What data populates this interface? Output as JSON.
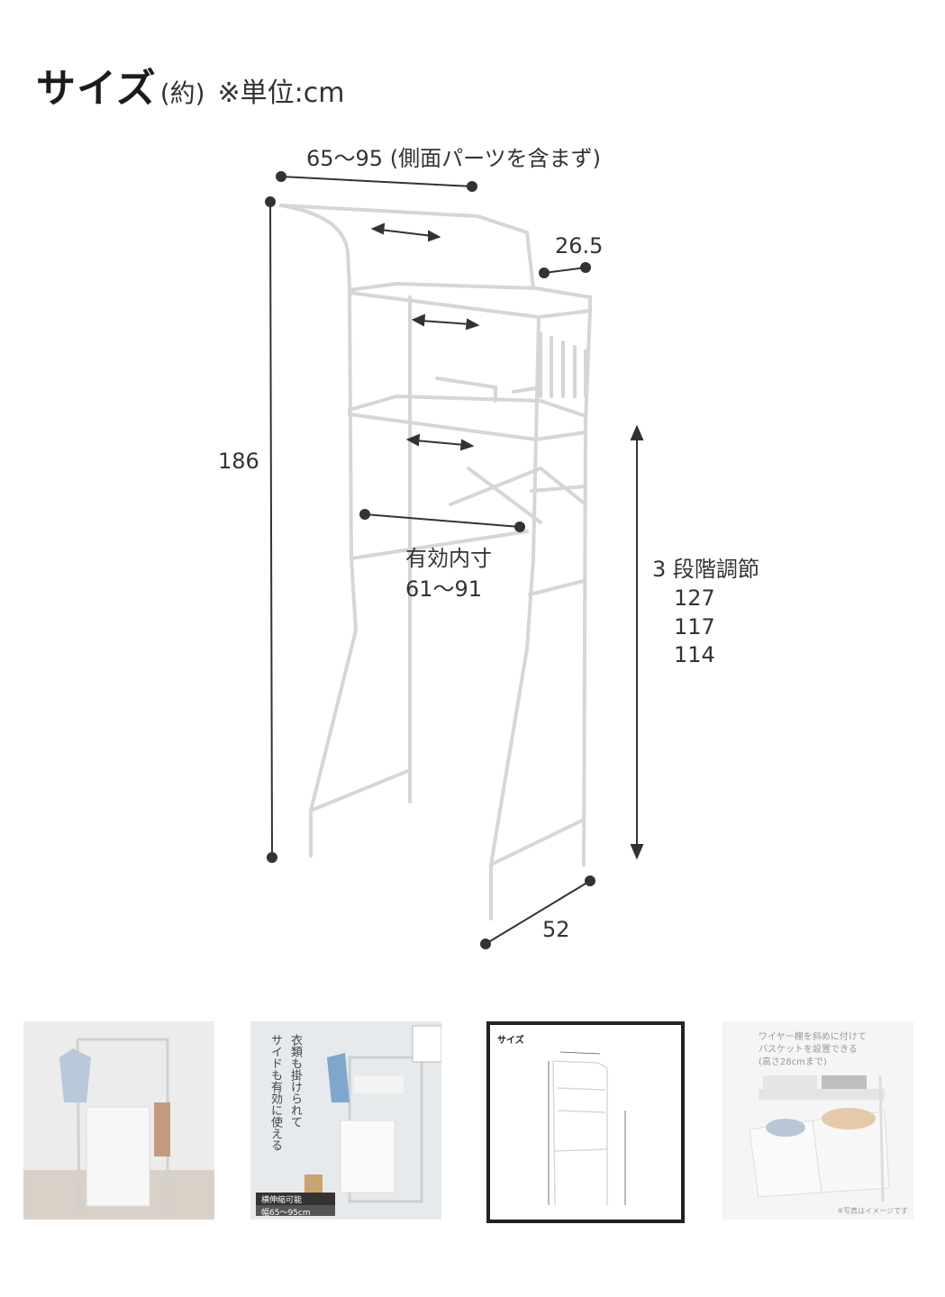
{
  "heading": {
    "main": "サイズ",
    "approx": "(約)",
    "unit": "※単位:cm"
  },
  "dimensions": {
    "width": "65〜95 (側面パーツを含まず)",
    "depth_top": "26.5",
    "height": "186",
    "inner_label": "有効内寸",
    "inner_value": "61〜91",
    "adjust_label": "3 段階調節",
    "adjust_values": [
      "127",
      "117",
      "114"
    ],
    "depth_bottom": "52"
  },
  "thumbnails": [
    {
      "name": "room-photo",
      "selected": false
    },
    {
      "name": "feature-photo",
      "selected": false,
      "vertical_text": [
        "衣類も掛けられて",
        "サイドも有効に使える"
      ],
      "badge": "横伸縮可能",
      "badge_sub": "幅65〜95cm"
    },
    {
      "name": "size-diagram",
      "selected": true
    },
    {
      "name": "basket-photo",
      "selected": false,
      "caption_lines": [
        "ワイヤー棚を斜めに付けて",
        "バスケットを設置できる",
        "(高さ28cmまで)"
      ],
      "note": "※写真はイメージです"
    }
  ],
  "colors": {
    "line": "#333333",
    "frame": "#d8d8d8",
    "selected_border": "#222222"
  }
}
